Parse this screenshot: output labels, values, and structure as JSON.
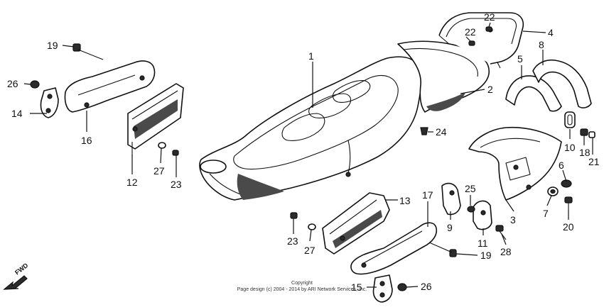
{
  "callouts": [
    {
      "id": "1",
      "label": "1"
    },
    {
      "id": "2",
      "label": "2"
    },
    {
      "id": "3",
      "label": "3"
    },
    {
      "id": "4",
      "label": "4"
    },
    {
      "id": "5",
      "label": "5"
    },
    {
      "id": "6",
      "label": "6"
    },
    {
      "id": "7",
      "label": "7"
    },
    {
      "id": "8",
      "label": "8"
    },
    {
      "id": "9",
      "label": "9"
    },
    {
      "id": "10",
      "label": "10"
    },
    {
      "id": "11",
      "label": "11"
    },
    {
      "id": "12",
      "label": "12"
    },
    {
      "id": "13",
      "label": "13"
    },
    {
      "id": "14",
      "label": "14"
    },
    {
      "id": "15",
      "label": "15"
    },
    {
      "id": "16",
      "label": "16"
    },
    {
      "id": "17",
      "label": "17"
    },
    {
      "id": "18",
      "label": "18"
    },
    {
      "id": "19a",
      "label": "19"
    },
    {
      "id": "19b",
      "label": "19"
    },
    {
      "id": "20",
      "label": "20"
    },
    {
      "id": "21",
      "label": "21"
    },
    {
      "id": "22a",
      "label": "22"
    },
    {
      "id": "22b",
      "label": "22"
    },
    {
      "id": "23a",
      "label": "23"
    },
    {
      "id": "23b",
      "label": "23"
    },
    {
      "id": "24",
      "label": "24"
    },
    {
      "id": "25",
      "label": "25"
    },
    {
      "id": "26a",
      "label": "26"
    },
    {
      "id": "26b",
      "label": "26"
    },
    {
      "id": "27a",
      "label": "27"
    },
    {
      "id": "27b",
      "label": "27"
    },
    {
      "id": "28",
      "label": "28"
    }
  ],
  "direction_label": "FWD",
  "copyright": {
    "line1": "Copyright",
    "line2": "Page design (c) 2004 - 2014 by ARI Network Services, Inc."
  }
}
